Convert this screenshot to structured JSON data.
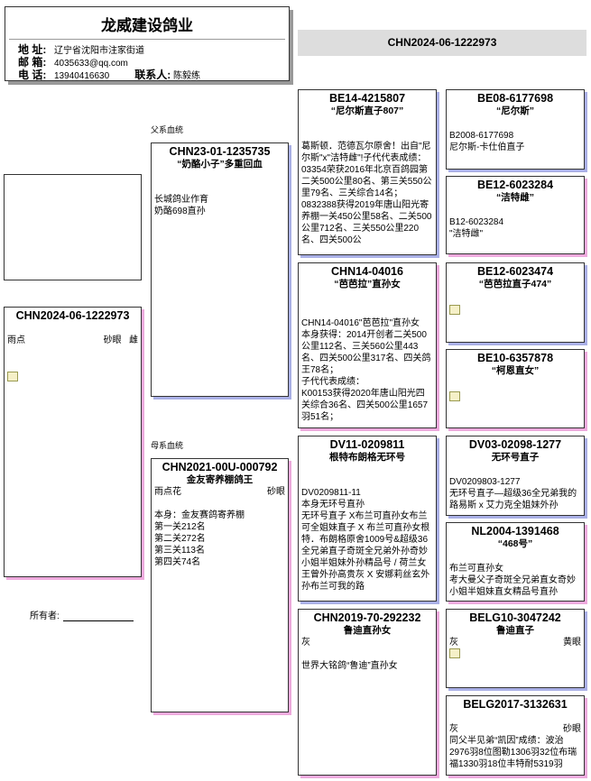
{
  "header": {
    "title": "龙威建设鸽业",
    "address_label": "地 址:",
    "address": "辽宁省沈阳市注家街道",
    "email_label": "邮 箱:",
    "email": "4035633@qq.com",
    "phone_label": "电 话:",
    "phone": "13940416630",
    "contact_label": "联系人:",
    "contact": "陈毅练"
  },
  "banner": "CHN2024-06-1222973",
  "labels": {
    "sire_line": "父系血统",
    "dam_line": "母系血统",
    "owner": "所有者:"
  },
  "subject": {
    "ring": "CHN2024-06-1222973",
    "color": "雨点",
    "eye": "砂眼",
    "sex": "雌"
  },
  "sire": {
    "ring": "CHN23-01-1235735",
    "name": "“奶酪小子”多重回血",
    "body": "长城鸽业作育\n奶酪698直孙"
  },
  "dam": {
    "ring": "CHN2021-00U-000792",
    "name": "金友寄养棚鸽王",
    "color": "雨点花",
    "eye": "砂眼",
    "body": "本身：金友赛鸽寄养棚\n第一关212名\n第二关272名\n第三关113名\n第四关74名"
  },
  "ss": {
    "ring": "BE14-4215807",
    "name": "“尼尔斯直子807”",
    "body": "葛斯顿．范德瓦尔原舍！出自\"尼尔斯\"x\"洁特雌\"!子代代表成绩：03354荣获2016年北京百鸽园第二关500公里80名、第三关550公里79名、三关综合14名；0832388获得2019年唐山阳光寄养棚一关450公里58名、二关500公里712名、三关550公里220名、四关500公"
  },
  "sd": {
    "ring": "CHN14-04016",
    "name": "“芭芭拉”直孙女",
    "body": "CHN14-04016\"芭芭拉\"直孙女\n本身获得：2014开创者二关500公里112名、三关560公里443名、四关500公里317名、四关鸽王78名；\n子代代表成绩：\nK00153获得2020年唐山阳光四关综合36名、四关500公里1657羽51名；"
  },
  "ds": {
    "ring": "DV11-0209811",
    "name": "根特布朗格无环号",
    "body": "DV0209811-11\n本身无环号直孙\n无环号直子 X布兰可直孙女布兰可全姐妹直子 X 布兰可直孙女根特．布朗格原舍1009号&超级36全兄弟直子奇斑全兄弟外孙奇妙小姐半姐妹外孙精品号 / 荷兰女王曾外孙高贵灰 X 安娜莉丝玄外孙布兰可我的路"
  },
  "dd": {
    "ring": "CHN2019-70-292232",
    "name": "鲁迪直孙女",
    "color": "灰",
    "body": "世界大铭鸽“鲁迪”直孙女"
  },
  "sss": {
    "ring": "BE08-6177698",
    "name": "“尼尔斯”",
    "body": "B2008-6177698\n尼尔斯-卡仕伯直子"
  },
  "ssd": {
    "ring": "BE12-6023284",
    "name": "“洁特雌”",
    "body": "B12-6023284\n\"洁特雌\""
  },
  "sds": {
    "ring": "BE12-6023474",
    "name": "“芭芭拉直子474”"
  },
  "sdd": {
    "ring": "BE10-6357878",
    "name": "“柯恩直女”"
  },
  "dss": {
    "ring": "DV03-02098-1277",
    "name": "无环号直子",
    "body": "DV0209803-1277\n无环号直子—超级36全兄弟我的路易斯 x 艾力克全姐妹外孙"
  },
  "dsd": {
    "ring": "NL2004-1391468",
    "name": "“468号”",
    "body": "布兰可直孙女\n考大曼父子奇斑全兄弟直女奇妙小姐半姐妹直女精品号直孙"
  },
  "dds": {
    "ring": "BELG10-3047242",
    "name": "鲁迪直子",
    "color": "灰",
    "eye": "黄眼"
  },
  "ddd": {
    "ring": "BELG2017-3132631",
    "color": "灰",
    "eye": "砂眼",
    "body": "同父半见弟“凯因”成绩：波治2976羽8位图勒1306羽32位布瑞福1330羽18位丰特耐5319羽"
  }
}
